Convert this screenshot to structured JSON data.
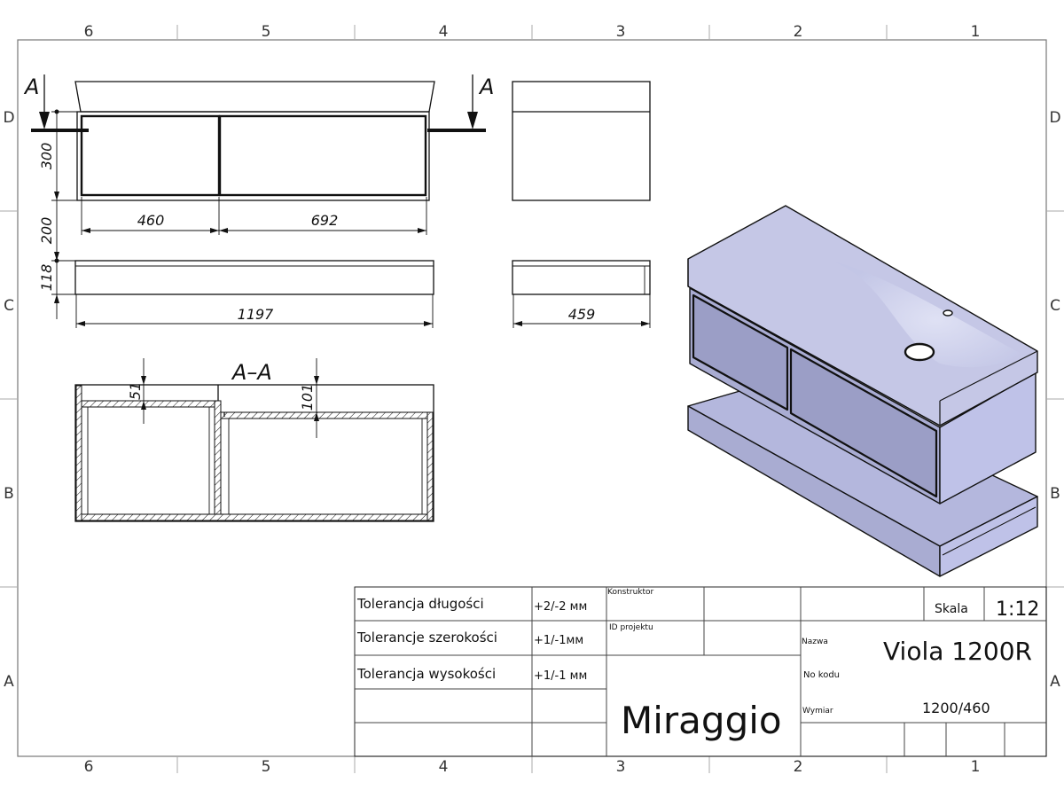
{
  "zones": {
    "columns": [
      "6",
      "5",
      "4",
      "3",
      "2",
      "1"
    ],
    "rows": [
      "D",
      "C",
      "B",
      "A"
    ]
  },
  "views": {
    "section_marker": "A",
    "section_title": "A–A"
  },
  "dimensions": {
    "front_height": "300",
    "gap_height": "200",
    "base_height": "118",
    "left_drawer_width": "460",
    "right_drawer_width": "692",
    "base_width": "1197",
    "side_depth": "459",
    "left_wall": "51",
    "right_wall": "101"
  },
  "title_block": {
    "tol_length_label": "Tolerancja długości",
    "tol_length_value": "+2/-2 мм",
    "tol_width_label": "Tolerancje szerokości",
    "tol_width_value": "+1/-1мм",
    "tol_height_label": "Tolerancja wysokości",
    "tol_height_value": "+1/-1 мм",
    "designer_label": "Konstruktor",
    "project_id_label": "ID projektu",
    "company": "Miraggio",
    "scale_label": "Skala",
    "scale_value": "1:12",
    "name_label": "Nazwa",
    "name_value": "Viola 1200R",
    "code_label": "No kodu",
    "size_label": "Wymiar",
    "size_value": "1200/460"
  },
  "colors": {
    "iso_top": "#c5c7e6",
    "iso_side": "#bfc2e8",
    "iso_front": "#a9acd2",
    "iso_drawer": "#9b9ec6",
    "iso_base_top": "#b4b7dd"
  }
}
